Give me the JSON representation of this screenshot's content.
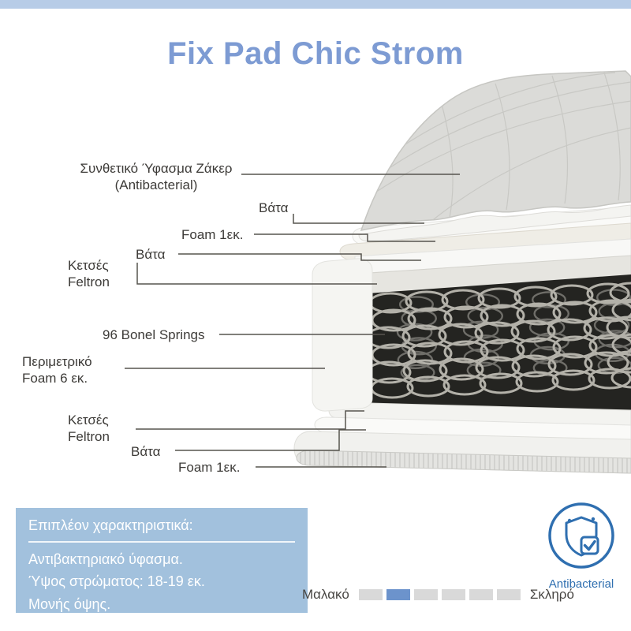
{
  "header": {
    "title": "Fix Pad Chic Strom"
  },
  "diagram": {
    "labels": [
      {
        "text": "Συνθετικό Ύφασμα Ζάκερ (Antibacterial)"
      },
      {
        "text": "Βάτα"
      },
      {
        "text": "Foam 1εκ."
      },
      {
        "text": "Βάτα"
      },
      {
        "text": "Κετσές Feltron"
      },
      {
        "text": "96 Bonel Springs"
      },
      {
        "text": "Περιμετρικό Foam 6 εκ."
      },
      {
        "text": "Κετσές Feltron"
      },
      {
        "text": "Βάτα"
      },
      {
        "text": "Foam 1εκ."
      }
    ]
  },
  "features": {
    "heading": "Επιπλέον χαρακτηριστικά:",
    "lines": [
      "Αντιβακτηριακό ύφασμα.",
      "Ύψος στρώματος: 18-19 εκ.",
      "Μονής όψης."
    ]
  },
  "badge": {
    "label": "Antibacterial"
  },
  "firmness": {
    "left_label": "Μαλακό",
    "right_label": "Σκληρό",
    "levels": 6,
    "active_index": 1
  },
  "colors": {
    "top_bar": "#b7cce7",
    "title": "#7d9bd3",
    "features_box": "#a2c1dd",
    "badge": "#2f6fb0",
    "firmness_active": "#6c93cc",
    "firmness_inactive": "#d9d9d9"
  }
}
